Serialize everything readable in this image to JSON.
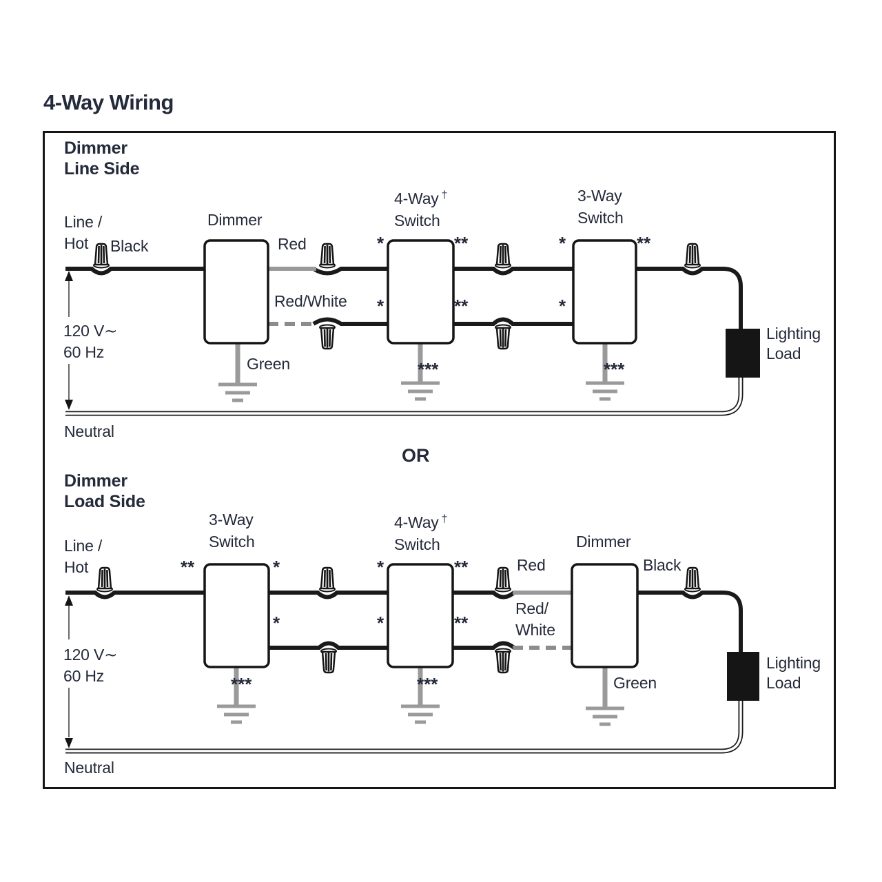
{
  "title": "4-Way Wiring",
  "separator": "OR",
  "markers": {
    "star": "*",
    "double_star": "**",
    "triple_star": "***",
    "dagger": "†"
  },
  "line_side": {
    "heading": "Dimmer\nLine Side",
    "source_label": "Line /\nHot",
    "voltage_label": "120 V∼\n60 Hz",
    "neutral_label": "Neutral",
    "dimmer_label": "Dimmer",
    "four_way_label": "4-Way",
    "four_way_sub": "Switch",
    "three_way_label": "3-Way",
    "three_way_sub": "Switch",
    "wire_black": "Black",
    "wire_red": "Red",
    "wire_red_white": "Red/White",
    "wire_green": "Green",
    "load_label": "Lighting\nLoad"
  },
  "load_side": {
    "heading": "Dimmer\nLoad Side",
    "source_label": "Line /\nHot",
    "voltage_label": "120 V∼\n60 Hz",
    "neutral_label": "Neutral",
    "dimmer_label": "Dimmer",
    "three_way_label": "3-Way",
    "three_way_sub": "Switch",
    "four_way_label": "4-Way",
    "four_way_sub": "Switch",
    "wire_black": "Black",
    "wire_red": "Red",
    "wire_red_white": "Red/\nWhite",
    "wire_green": "Green",
    "load_label": "Lighting\nLoad"
  },
  "colors": {
    "wire_black": "#1a1a1a",
    "wire_red_as_gray": "#999999",
    "wire_ground_gray": "#9a9a9a",
    "text": "#242a3a",
    "load_fill": "#151515"
  }
}
